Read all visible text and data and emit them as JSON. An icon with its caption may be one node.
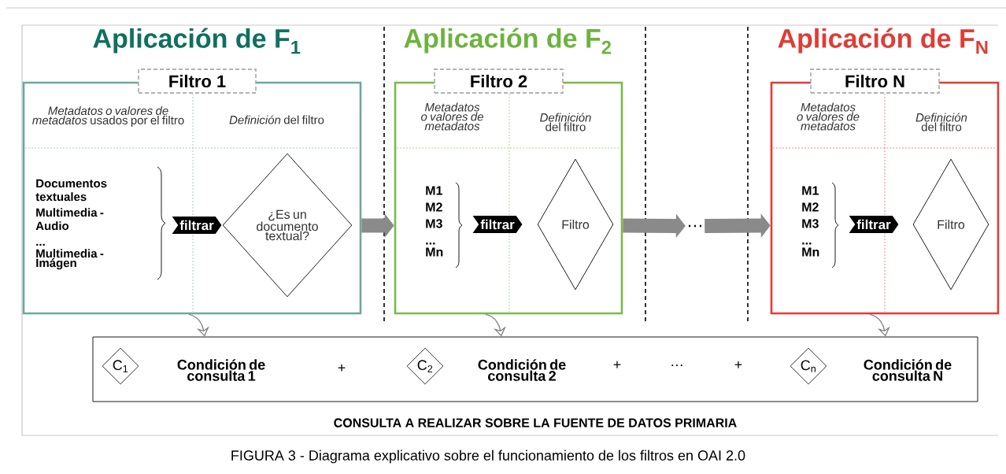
{
  "diagram": {
    "caption": "FIGURA 3 - Diagrama explicativo sobre el funcionamiento de los filtros en OAI 2.0",
    "nodes": [
      {
        "text": [
          "Filtro 1",
          "*Metadatos o valores de metadatos* usados por el filtro",
          "*Definición* del filtro"
        ]
      },
      {
        "text": [
          "Documentos textuales",
          "Multimedia - Audio",
          "...",
          "Multimedia - Imágen"
        ],
        "in": 0
      },
      {
        "text": [
          "filtrar"
        ],
        "in": 0
      },
      {
        "text": [
          "¿Es un documento textual?"
        ],
        "in": 0
      },
      {
        "text": [
          "Filtro 2",
          "*Metadatos o valores de metadatos*",
          "*Definición* del filtro"
        ]
      },
      {
        "text": [
          "M1",
          "M2",
          "M3",
          "...",
          "Mn"
        ],
        "in": 4
      },
      {
        "text": [
          "filtrar"
        ],
        "in": 4
      },
      {
        "text": [
          "Filtro"
        ],
        "in": 4
      },
      {
        "text": [
          "…"
        ]
      },
      {
        "text": [
          "Filtro N",
          "*Metadatos o valores de metadatos*",
          "*Definición* del filtro"
        ]
      },
      {
        "text": [
          "M1",
          "M2",
          "M3",
          "...",
          "Mn"
        ],
        "in": 9
      },
      {
        "text": [
          "filtrar"
        ],
        "in": 9
      },
      {
        "text": [
          "Filtro"
        ],
        "in": 9
      },
      {
        "text": [
          "CONSULTA A REALIZAR SOBRE LA FUENTE DE DATOS PRIMARIA"
        ]
      },
      {
        "text": [
          "C$_{1}$"
        ],
        "beside": [
          "Condición de consulta 1"
        ],
        "in": 13
      },
      {
        "text": [
          "C$_{2}$"
        ],
        "beside": [
          "Condición de consulta 2"
        ],
        "in": 13
      },
      {
        "text": [
          "C$_{n}$"
        ],
        "beside": [
          "Condición de consulta N"
        ],
        "in": 13
      }
    ],
    "edges": [
      {
        "from": 0,
        "to": 4,
        "arrow": "to",
        "style": "thick"
      },
      {
        "from": 4,
        "to": 8,
        "arrow": "to",
        "style": "thick"
      },
      {
        "from": 8,
        "to": 9,
        "arrow": "to",
        "style": "thick"
      },
      {
        "from": 0,
        "to": 13,
        "arrow": "to"
      },
      {
        "from": 4,
        "to": 13,
        "arrow": "to"
      },
      {
        "from": 9,
        "to": 13,
        "arrow": "to"
      }
    ],
    "labels": [
      "Aplicación de F$_{1}$",
      "Aplicación de F$_{2}$",
      "Aplicación de F$_{N}$",
      "+",
      "+",
      "…",
      "+"
    ]
  }
}
